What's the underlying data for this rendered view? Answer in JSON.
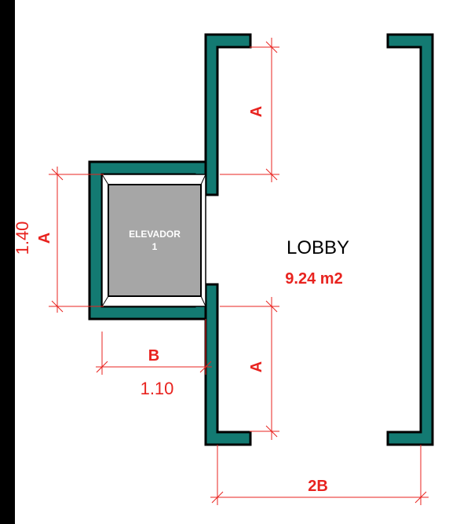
{
  "colors": {
    "wall_fill": "#137a72",
    "dimension": "#e8231f",
    "elevator_fill": "#a6a6a6",
    "side_bar": "#000000"
  },
  "elevator": {
    "label_line1": "ELEVADOR",
    "label_line2": "1"
  },
  "room": {
    "name": "LOBBY",
    "area": "9.24 m2"
  },
  "dimensions": {
    "upper_a": "A",
    "lower_a": "A",
    "elevator_height_letter": "A",
    "elevator_height_value": "1.40",
    "elevator_width_letter": "B",
    "elevator_width_value": "1.10",
    "lobby_width": "2B"
  }
}
